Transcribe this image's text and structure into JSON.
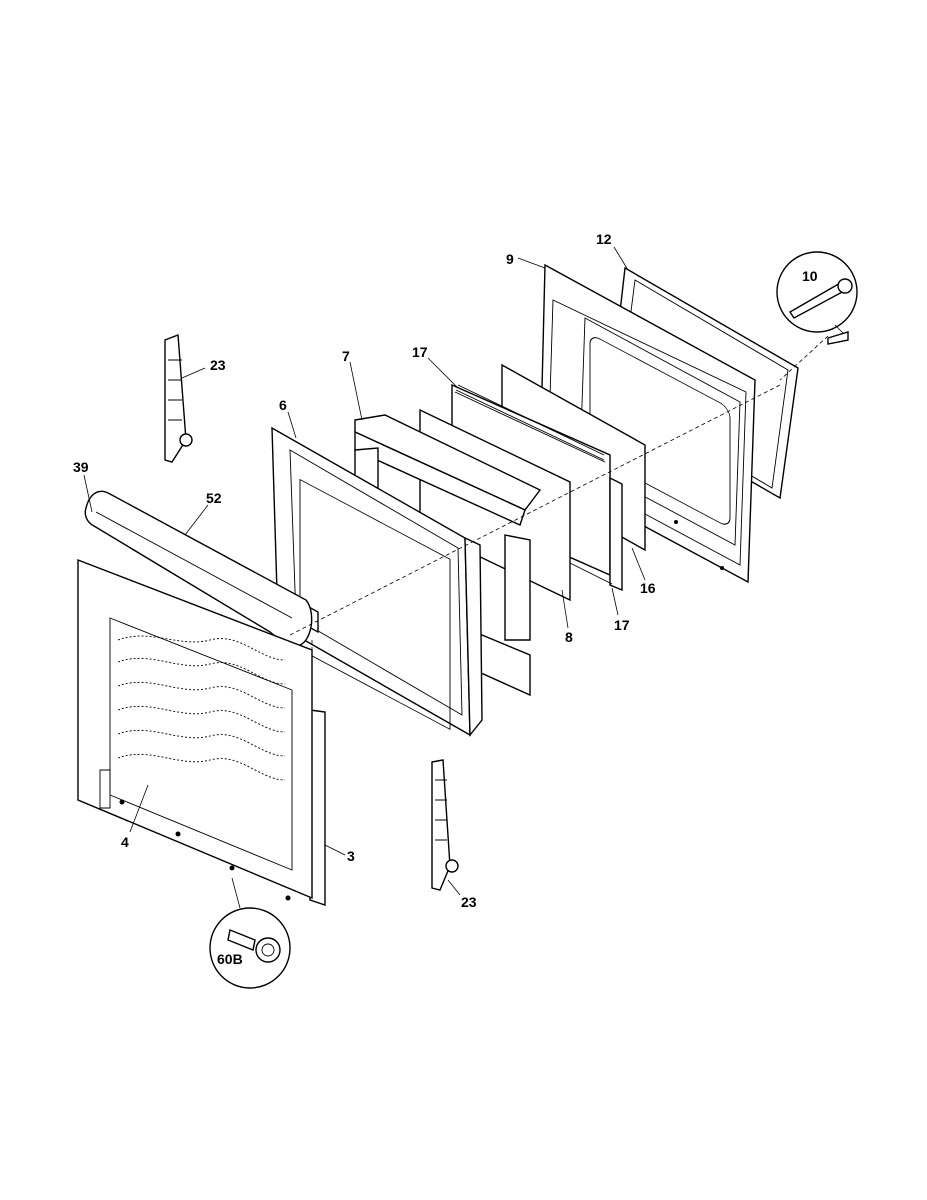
{
  "diagram": {
    "labels": {
      "p12": "12",
      "p9": "9",
      "p10": "10",
      "p23_top": "23",
      "p7": "7",
      "p17_top": "17",
      "p6": "6",
      "p39": "39",
      "p52": "52",
      "p16": "16",
      "p17_bottom": "17",
      "p8": "8",
      "p4": "4",
      "p3": "3",
      "p23_bottom": "23",
      "p60B": "60B"
    }
  }
}
